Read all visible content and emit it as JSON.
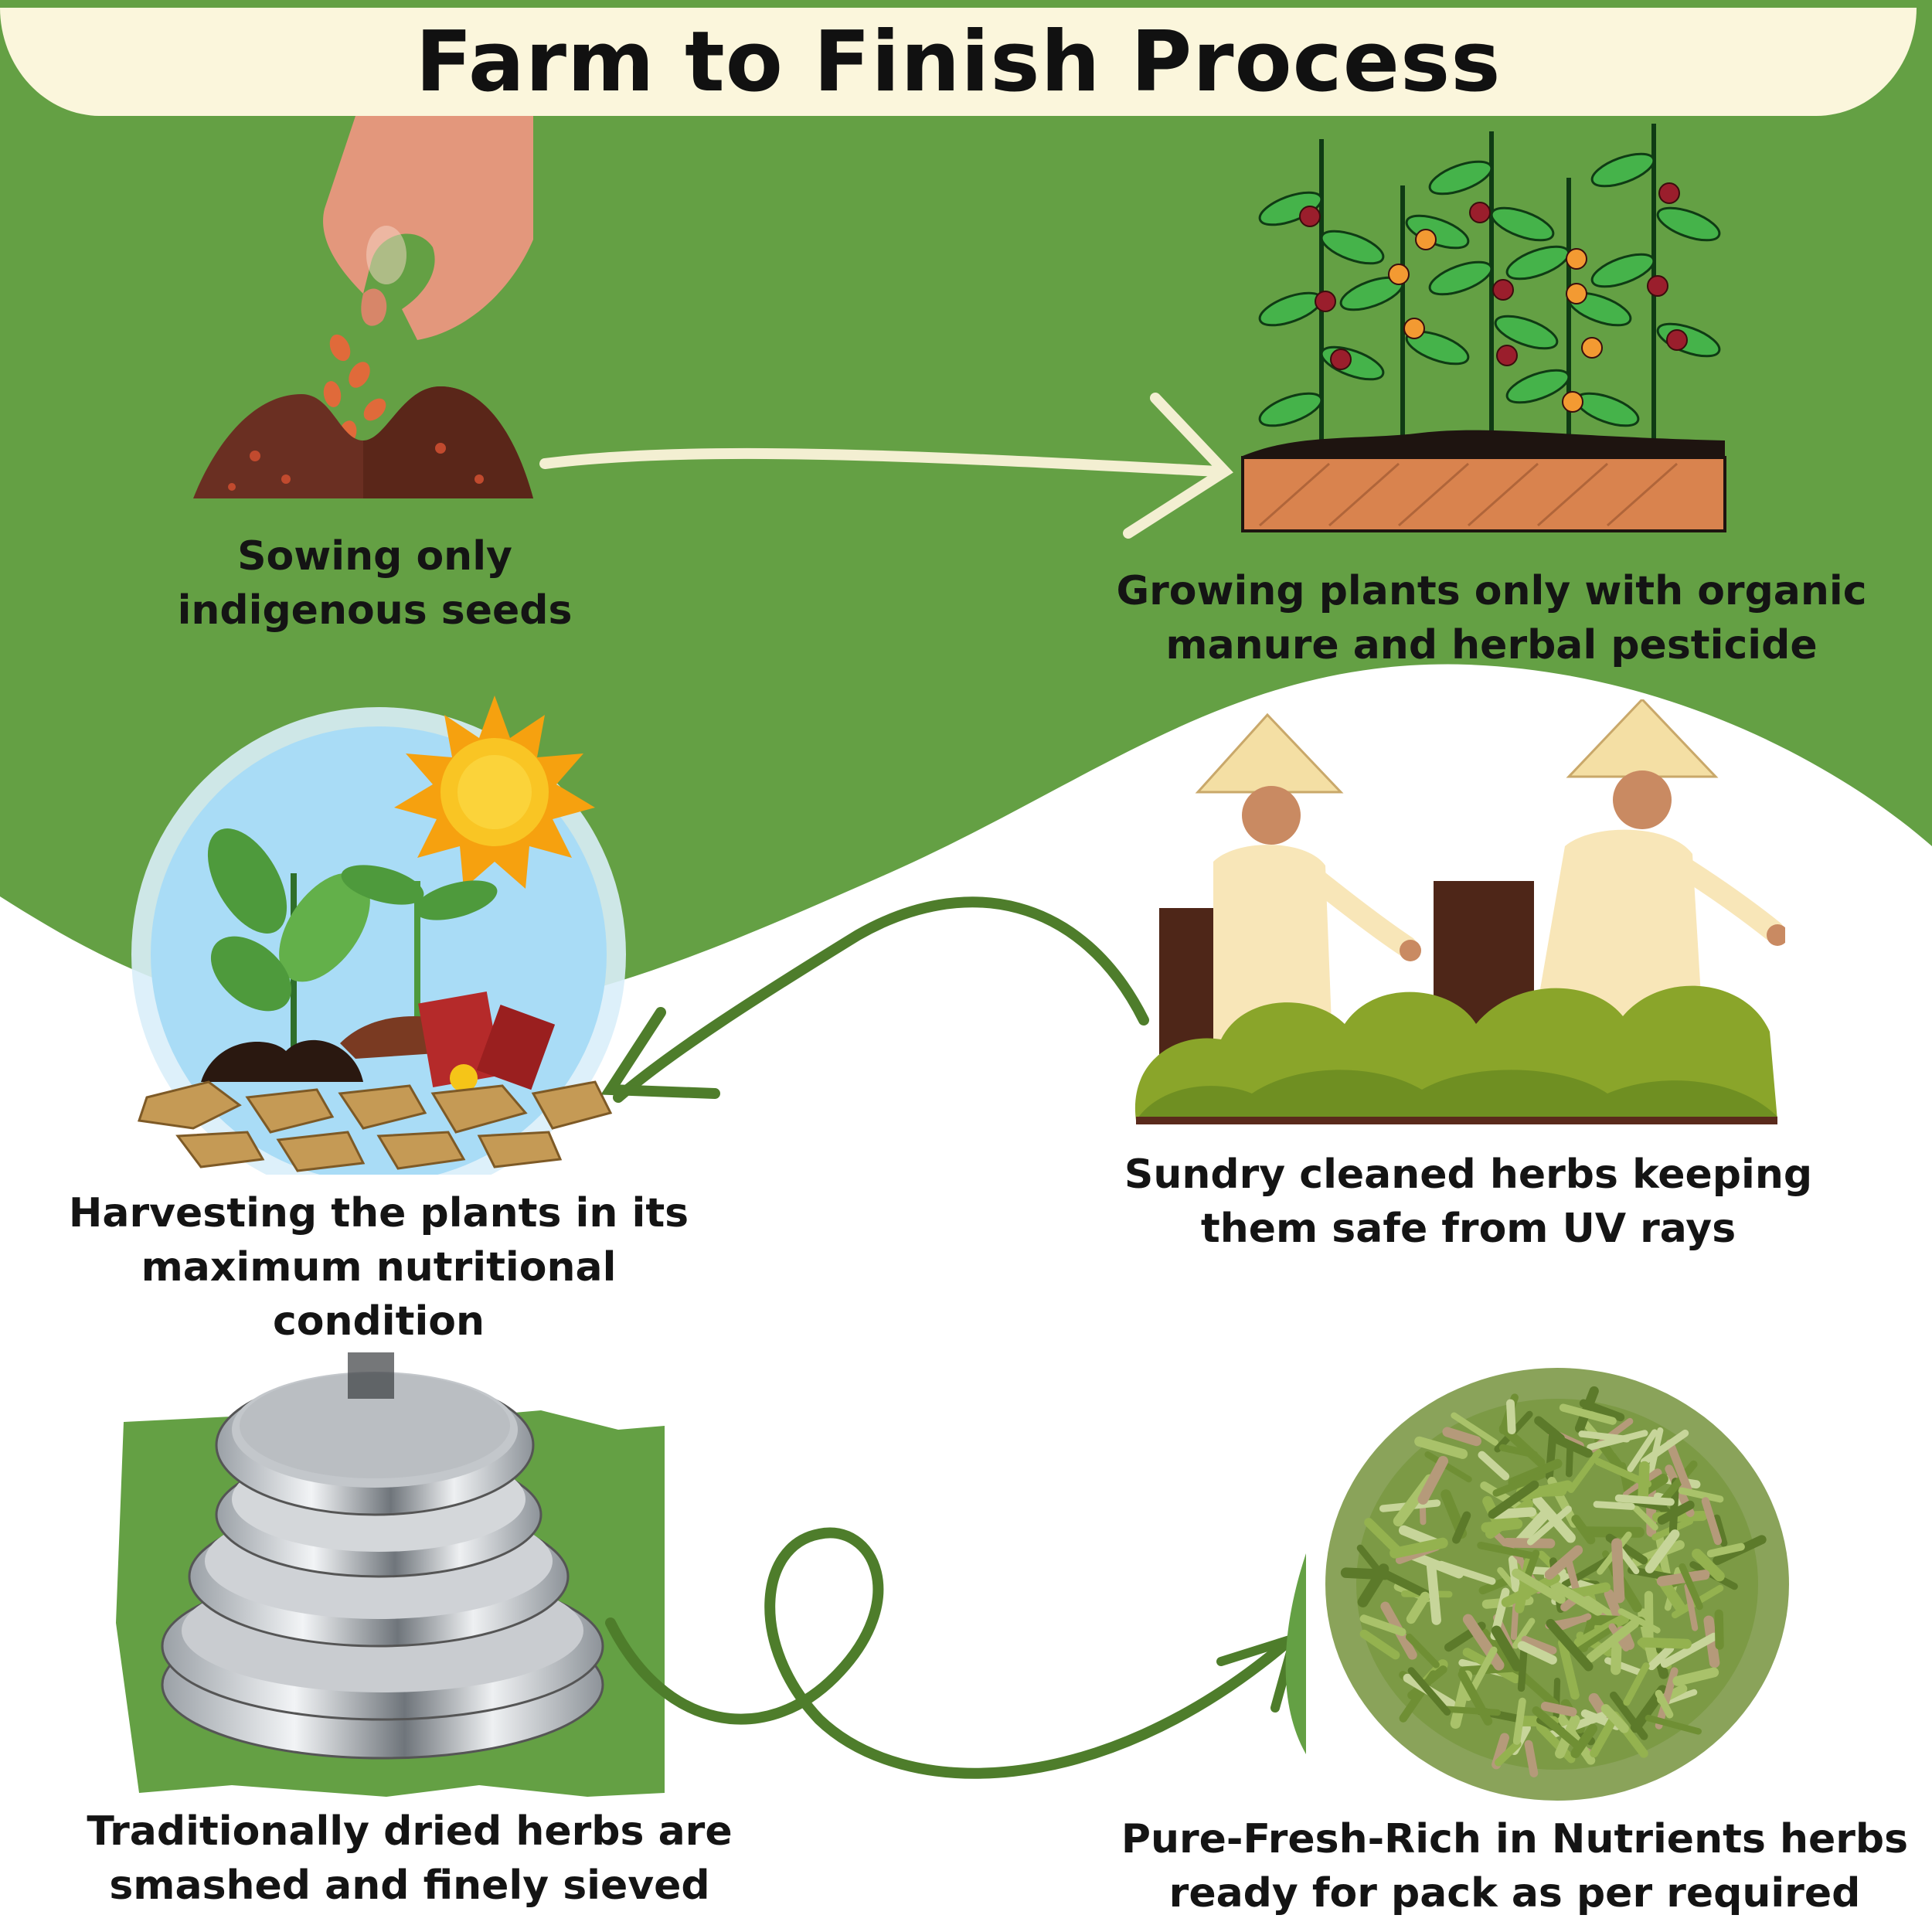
{
  "title": "Farm to Finish Process",
  "steps": [
    {
      "line1": "Sowing only",
      "line2": "indigenous seeds"
    },
    {
      "line1": "Growing plants only with organic",
      "line2": "manure and herbal pesticide"
    },
    {
      "line1": "Sundry cleaned herbs keeping",
      "line2": "them safe from UV rays"
    },
    {
      "line1": "Harvesting the plants in its",
      "line2": "maximum nutritional condition"
    },
    {
      "line1": "Traditionally dried herbs are",
      "line2": "smashed and finely sieved"
    },
    {
      "line1": "Pure-Fresh-Rich in Nutrients herbs",
      "line2": "ready for pack as per required"
    }
  ],
  "colors": {
    "green": "#64a044",
    "cream": "#fbf6dc",
    "dark_green_arrow": "#4e7d2b",
    "cream_arrow": "#f3efd2",
    "soil": "#6a2f22",
    "planter": "#d9834e"
  },
  "icons": {
    "step1": "hand-sowing-seeds-icon",
    "step2": "plants-in-planter-icon",
    "step3": "workers-picking-herbs-icon",
    "step4": "sun-and-sprouting-plants-icon",
    "step5": "stacked-sieves-icon",
    "step6": "chopped-herbs-pile-icon"
  }
}
